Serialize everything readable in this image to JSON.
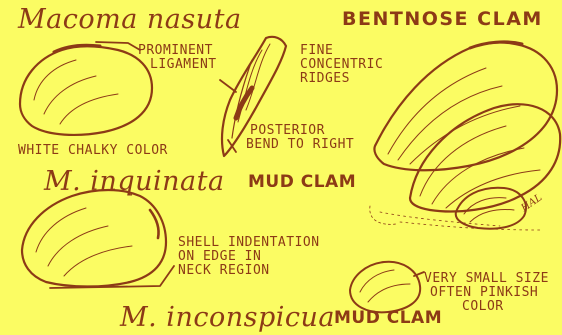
{
  "colors": {
    "background": "#fbfc63",
    "ink": "#8c3a16"
  },
  "species": [
    {
      "scientific_name": "Macoma nasuta",
      "common_name": "BENTNOSE CLAM",
      "labels": {
        "ligament": [
          "PROMINENT",
          "LIGAMENT"
        ],
        "ridges": [
          "FINE",
          "CONCENTRIC",
          "RIDGES"
        ],
        "posterior": [
          "POSTERIOR",
          "BEND TO RIGHT"
        ],
        "color": "WHITE CHALKY COLOR"
      }
    },
    {
      "scientific_name": "M. inquinata",
      "common_name": "MUD CLAM",
      "labels": {
        "indentation": [
          "SHELL INDENTATION",
          "ON EDGE IN",
          "NECK REGION"
        ]
      }
    },
    {
      "scientific_name": "M. inconspicua",
      "common_name": "MUD CLAM",
      "labels": {
        "size": [
          "VERY SMALL SIZE",
          "OFTEN PINKISH",
          "COLOR"
        ]
      }
    }
  ],
  "signature": "HAL"
}
